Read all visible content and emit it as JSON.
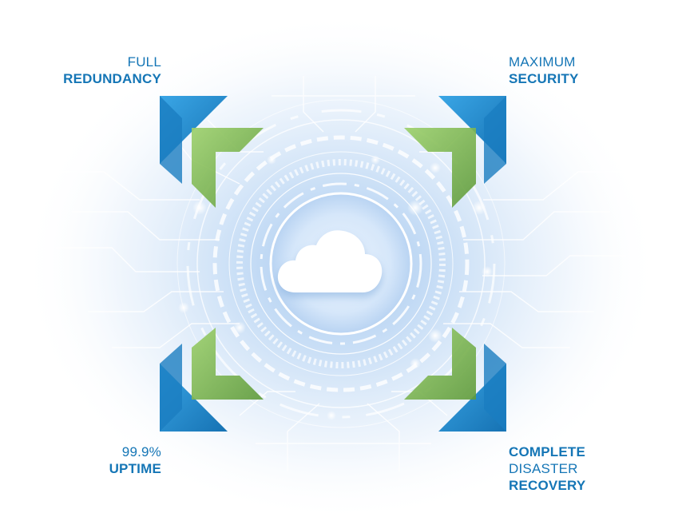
{
  "colors": {
    "accent_blue": "#1f8fd0",
    "accent_blue_dark": "#1576b6",
    "accent_green": "#7fba4a",
    "glow_center": "#cfe3f7",
    "circuit_line": "#ffffff"
  },
  "icons": {
    "center": "cloud-icon",
    "corners": "corner-bracket-arrow"
  },
  "features": {
    "top_left": {
      "line1": "FULL",
      "line2": "REDUNDANCY"
    },
    "top_right": {
      "line1": "MAXIMUM",
      "line2": "SECURITY"
    },
    "bottom_left": {
      "line1": "99.9%",
      "line2": "UPTIME"
    },
    "bottom_right": {
      "line1": "COMPLETE",
      "line2": "DISASTER",
      "line3": "RECOVERY"
    }
  }
}
